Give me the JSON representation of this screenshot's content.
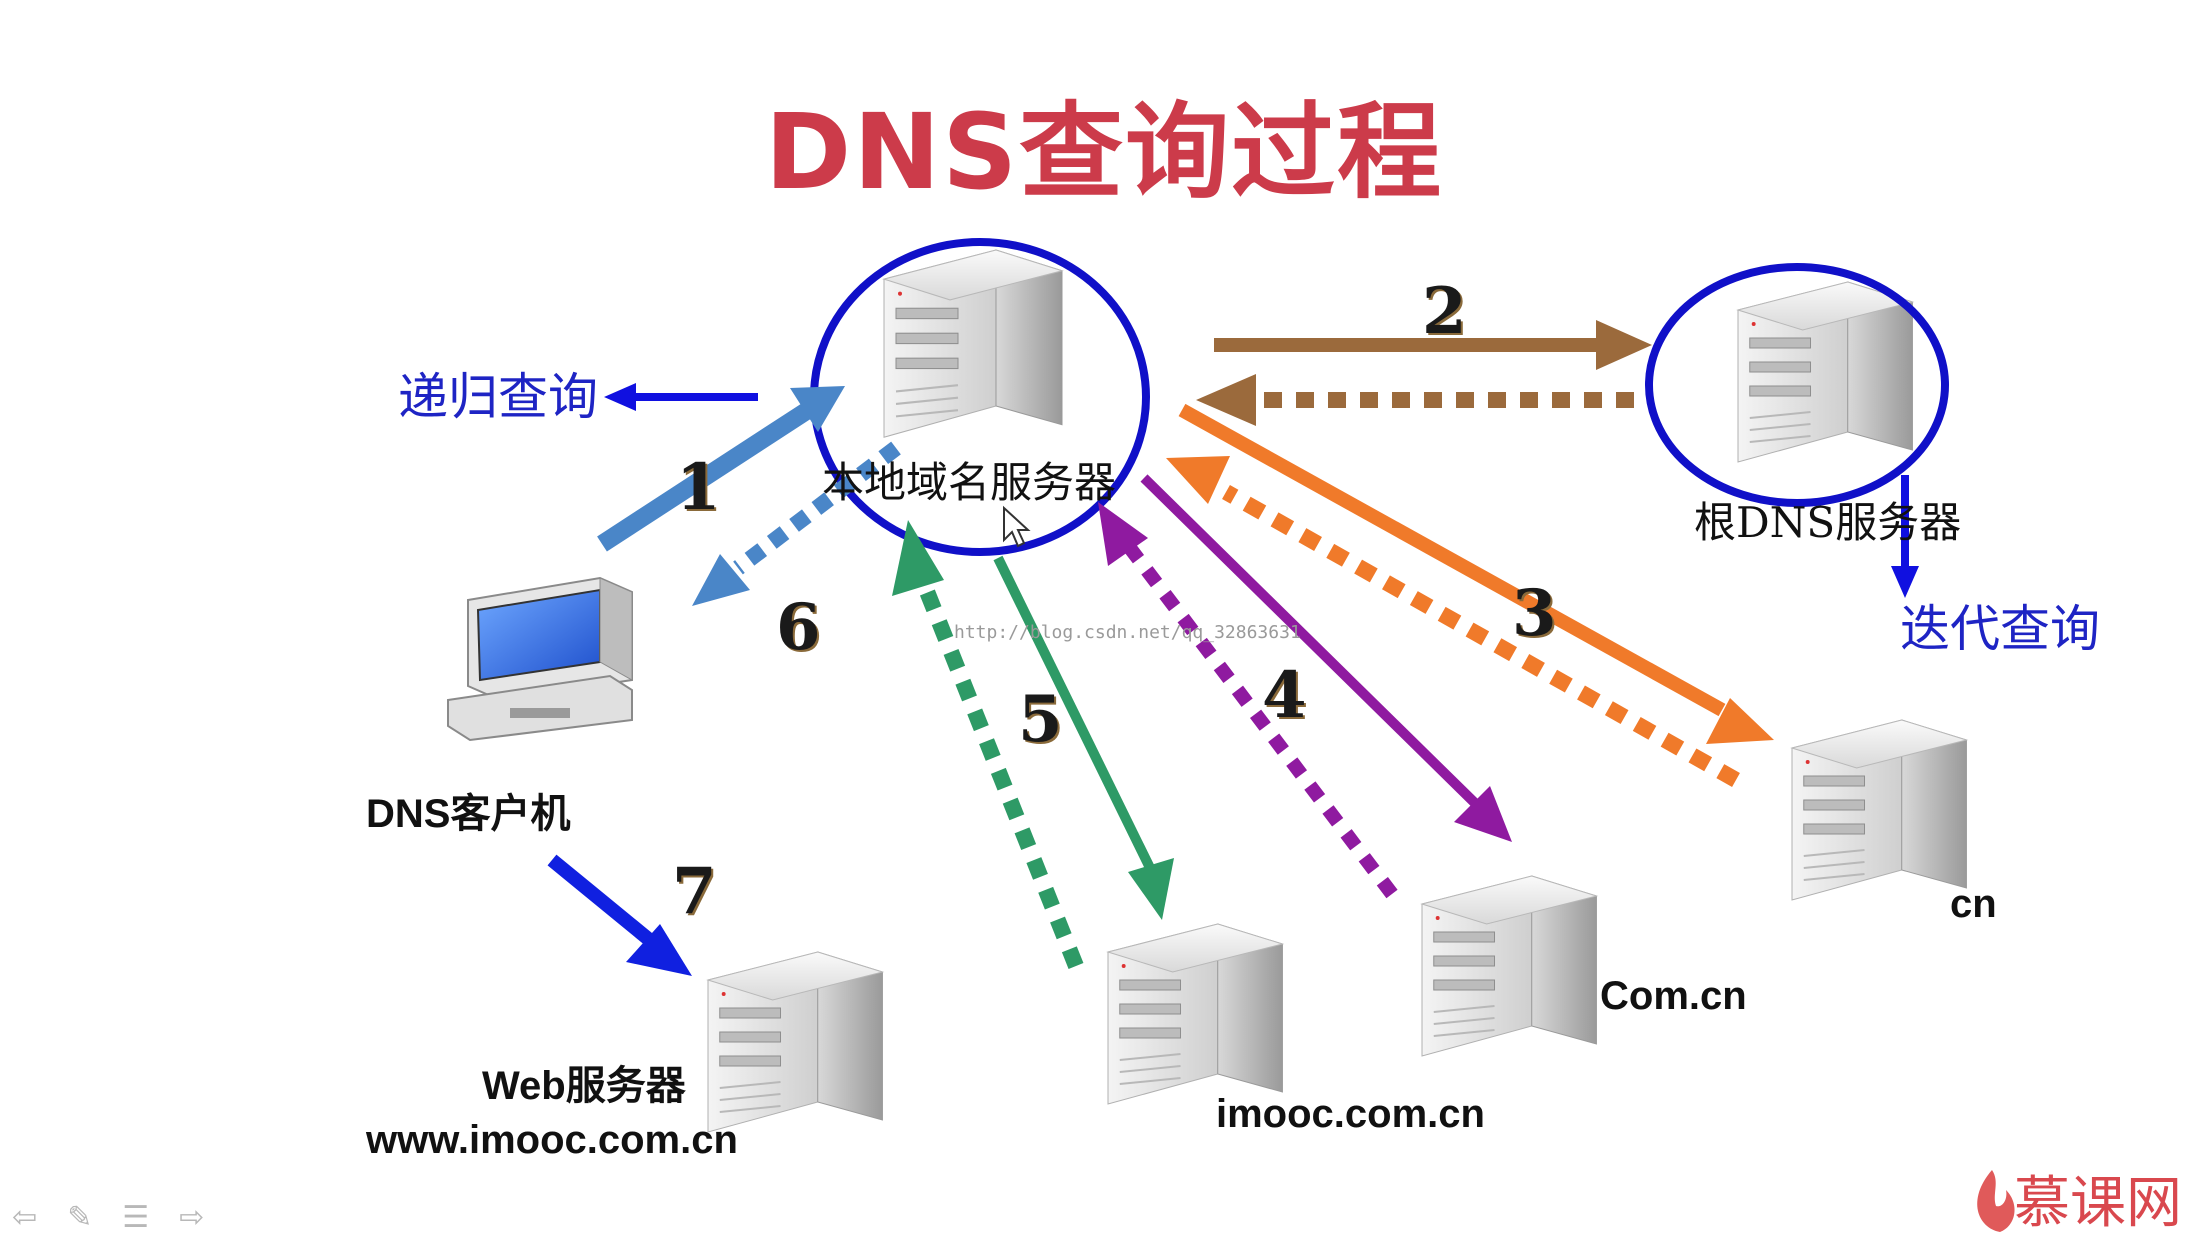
{
  "title": "DNS查询过程",
  "labels": {
    "recursive_query": "递归查询",
    "iterative_query": "迭代查询",
    "local_dns_server": "本地域名服务器",
    "root_dns_server": "根DNS服务器",
    "dns_client": "DNS客户机",
    "web_server_line1": "Web服务器",
    "web_server_line2": "www.imooc.com.cn",
    "imooc_server": "imooc.com.cn",
    "com_cn_server": "Com.cn",
    "cn_server": "cn"
  },
  "steps": [
    "1",
    "2",
    "3",
    "4",
    "5",
    "6",
    "7"
  ],
  "watermark": "http://blog.csdn.net/qq_32863631",
  "brand": "慕课网",
  "nav_icons": [
    "arrow-left-icon",
    "pen-icon",
    "menu-icon",
    "arrow-right-icon"
  ],
  "colors": {
    "title": "#cc3b4a",
    "circle": "#1010c8",
    "step1_6": "#4a86c8",
    "step2": "#9b6a3c",
    "step3": "#f07a2a",
    "step4": "#8f1aa0",
    "step5": "#2e9a66",
    "step7": "#1020e0",
    "query_label": "#1e24c4"
  }
}
